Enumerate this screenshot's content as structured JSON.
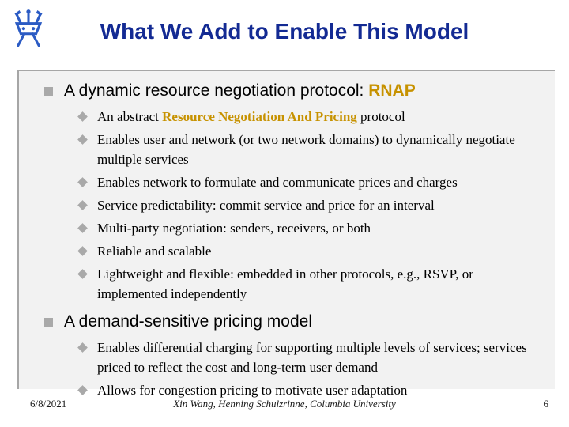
{
  "slide": {
    "title": "What We Add to Enable This Model",
    "logo_name": "columbia-crown-logo",
    "colors": {
      "title_blue": "#132A93",
      "accent_gold": "#C79200",
      "bullet_gray": "#A9A9A9",
      "panel_bg": "#F2F2F2",
      "panel_border": "#A6A6A6"
    },
    "sections": [
      {
        "heading": [
          {
            "t": "A dynamic resource negotiation protocol: "
          },
          {
            "t": "RNAP",
            "gold": true
          }
        ],
        "items": [
          [
            {
              "t": "An abstract "
            },
            {
              "t": "Resource Negotiation And Pricing",
              "gold": true
            },
            {
              "t": " protocol"
            }
          ],
          [
            {
              "t": "Enables user and network (or two network domains) to dynamically negotiate multiple services"
            }
          ],
          [
            {
              "t": "Enables network to formulate and communicate prices and charges"
            }
          ],
          [
            {
              "t": "Service predictability: commit service and price for an interval"
            }
          ],
          [
            {
              "t": "Multi-party negotiation: senders, receivers, or both"
            }
          ],
          [
            {
              "t": "Reliable and scalable"
            }
          ],
          [
            {
              "t": "Lightweight and flexible: embedded in other protocols, e.g., RSVP, or implemented independently"
            }
          ]
        ]
      },
      {
        "heading": [
          {
            "t": "A demand-sensitive pricing model"
          }
        ],
        "items": [
          [
            {
              "t": "Enables differential charging for supporting multiple levels of services; services priced to reflect the cost and long-term user demand"
            }
          ],
          [
            {
              "t": "Allows for congestion pricing to motivate user adaptation"
            }
          ]
        ]
      }
    ],
    "footer": {
      "date": "6/8/2021",
      "credit": "Xin Wang, Henning Schulzrinne, Columbia University",
      "page": "6"
    }
  }
}
